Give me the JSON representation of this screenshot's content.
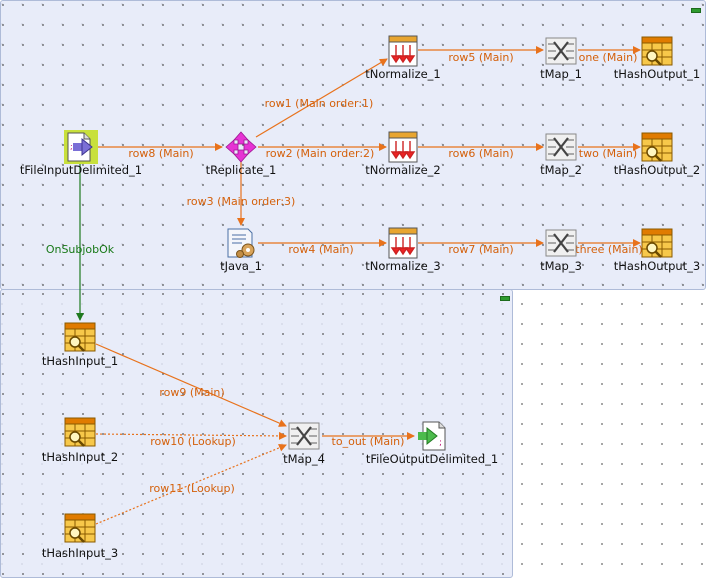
{
  "components": {
    "tFileInputDelimited_1": "tFileInputDelimited_1",
    "tReplicate_1": "tReplicate_1",
    "tJava_1": "tJava_1",
    "tNormalize_1": "tNormalize_1",
    "tNormalize_2": "tNormalize_2",
    "tNormalize_3": "tNormalize_3",
    "tMap_1": "tMap_1",
    "tMap_2": "tMap_2",
    "tMap_3": "tMap_3",
    "tHashOutput_1": "tHashOutput_1",
    "tHashOutput_2": "tHashOutput_2",
    "tHashOutput_3": "tHashOutput_3",
    "tHashInput_1": "tHashInput_1",
    "tHashInput_2": "tHashInput_2",
    "tHashInput_3": "tHashInput_3",
    "tMap_4": "tMap_4",
    "tFileOutputDelimited_1": "tFileOutputDelimited_1"
  },
  "links": {
    "row8": "row8 (Main)",
    "row1": "row1 (Main order:1)",
    "row2": "row2 (Main order:2)",
    "row3": "row3 (Main order:3)",
    "row4": "row4 (Main)",
    "row5": "row5 (Main)",
    "row6": "row6 (Main)",
    "row7": "row7 (Main)",
    "one": "one (Main)",
    "two": "two (Main)",
    "three": "three (Main)",
    "on_subjob_ok": "OnSubjobOk",
    "row9": "row9 (Main)",
    "row10": "row10 (Lookup)",
    "row11": "row11 (Lookup)",
    "to_out": "to_out (Main)"
  },
  "colors": {
    "main_link": "#e8721c",
    "trigger_link": "#1f7a1f",
    "subjob_bg": "#e4e9f8"
  }
}
